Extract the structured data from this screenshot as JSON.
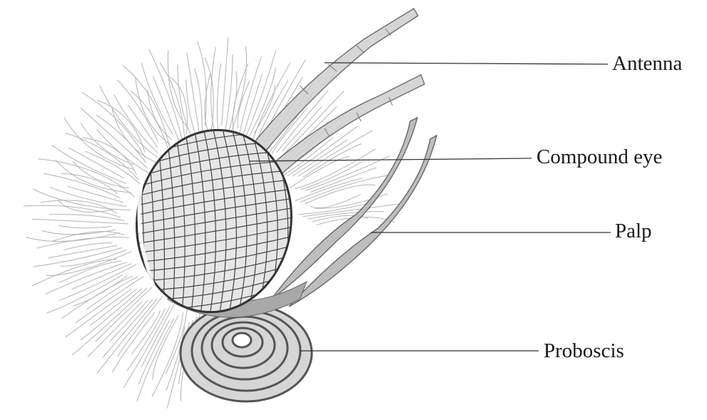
{
  "labels": {
    "antenna": "Antenna",
    "compound_eye": "Compound eye",
    "palp": "Palp",
    "proboscis": "Proboscis"
  }
}
